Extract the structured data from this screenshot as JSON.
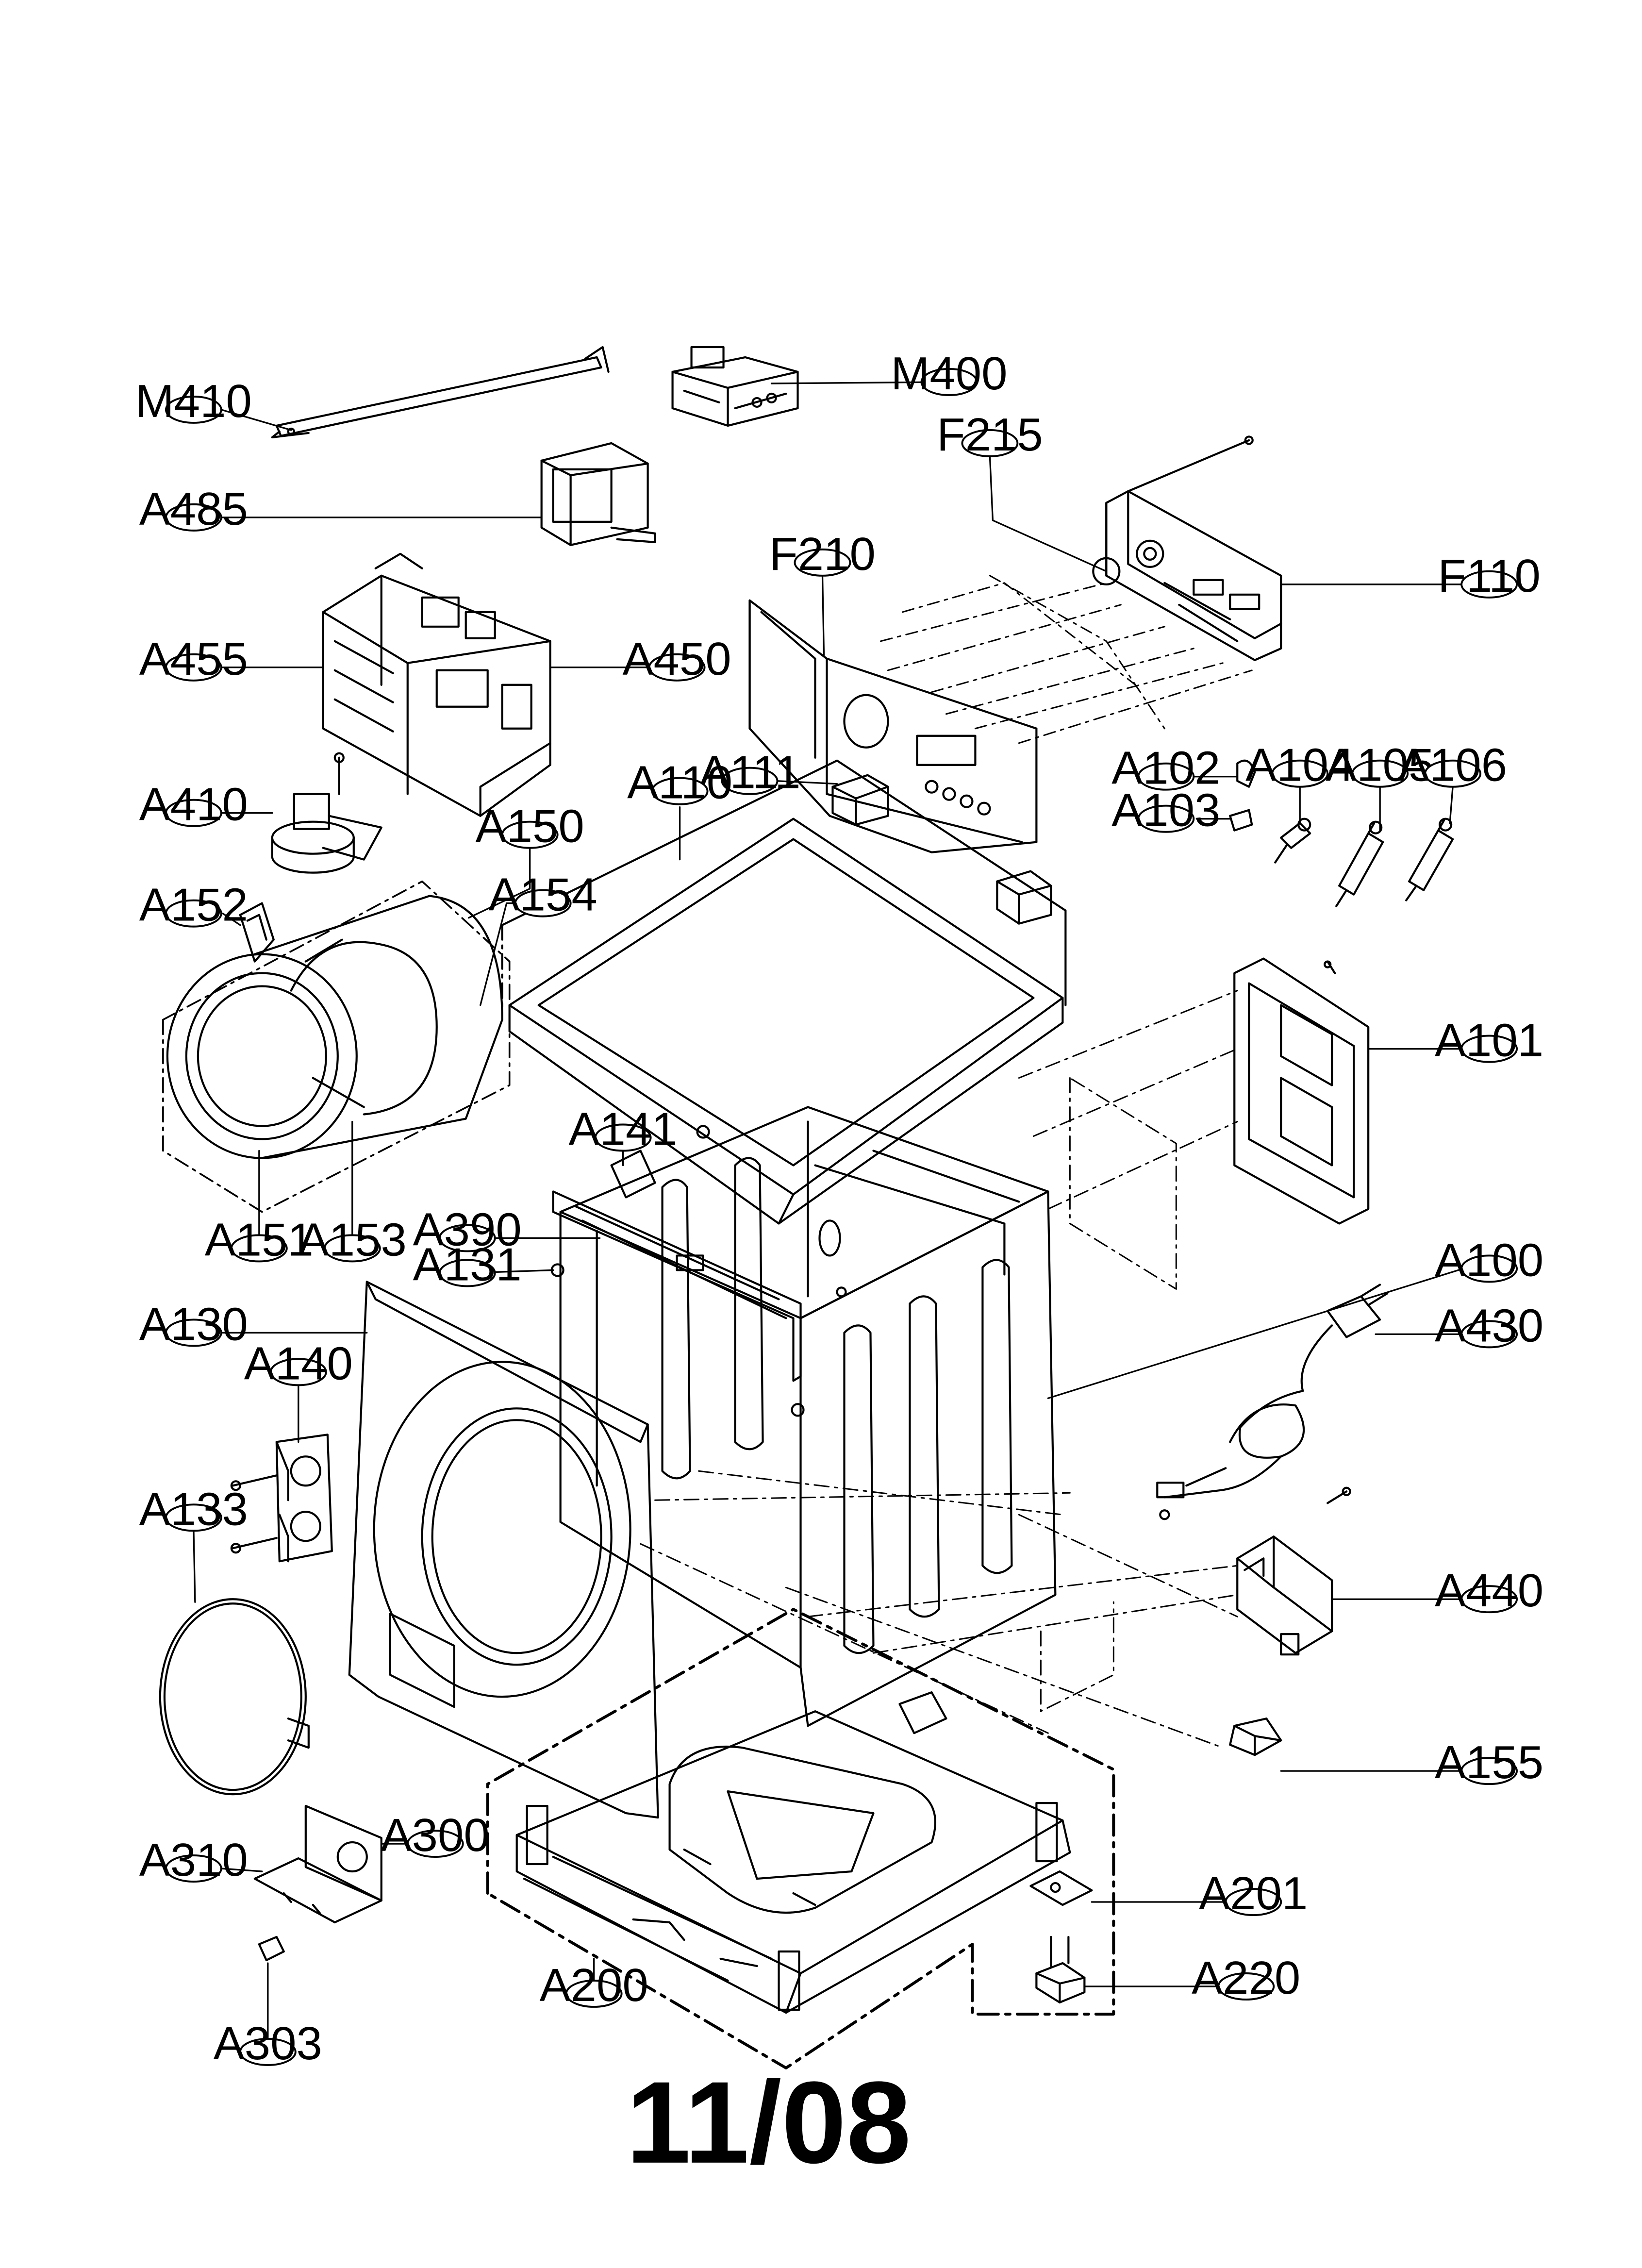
{
  "diagram": {
    "page_number": "11/08",
    "labels": {
      "M410": "M410",
      "M400": "M400",
      "A485": "A485",
      "F215": "F215",
      "F210": "F210",
      "F110": "F110",
      "A455": "A455",
      "A450": "A450",
      "A410": "A410",
      "A111": "A111",
      "A110": "A110",
      "A102": "A102",
      "A104": "A104",
      "A105": "A105",
      "A106": "A106",
      "A103": "A103",
      "A150": "A150",
      "A152": "A152",
      "A154": "A154",
      "A101": "A101",
      "A141": "A141",
      "A151": "A151",
      "A153": "A153",
      "A390": "A390",
      "A131": "A131",
      "A100": "A100",
      "A130": "A130",
      "A430": "A430",
      "A140": "A140",
      "A133": "A133",
      "A440": "A440",
      "A155": "A155",
      "A300": "A300",
      "A310": "A310",
      "A201": "A201",
      "A303": "A303",
      "A220": "A220",
      "A200": "A200"
    }
  }
}
